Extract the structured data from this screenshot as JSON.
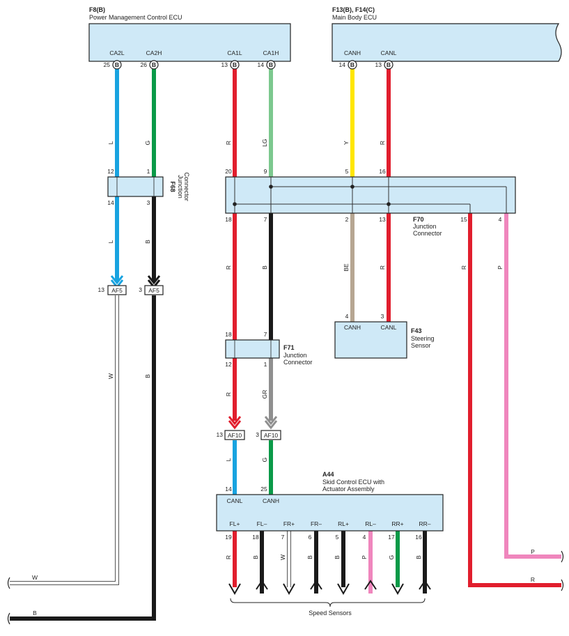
{
  "components": {
    "pm_ecu": {
      "id": "F8(B)",
      "name": "Power Management Control ECU",
      "pins": [
        {
          "num": "25",
          "type": "B",
          "label": "CA2L"
        },
        {
          "num": "26",
          "type": "B",
          "label": "CA2H"
        },
        {
          "num": "13",
          "type": "B",
          "label": "CA1L"
        },
        {
          "num": "14",
          "type": "B",
          "label": "CA1H"
        }
      ]
    },
    "main_body_ecu": {
      "id": "F13(B), F14(C)",
      "name": "Main Body ECU",
      "pins": [
        {
          "num": "14",
          "type": "B",
          "label": "CANH"
        },
        {
          "num": "13",
          "type": "B",
          "label": "CANL"
        }
      ]
    },
    "f68": {
      "id": "F68",
      "name_line1": "Junction",
      "name_line2": "Connector",
      "pins": [
        "12",
        "1",
        "14",
        "3"
      ]
    },
    "f70": {
      "id": "F70",
      "name_line1": "Junction",
      "name_line2": "Connector",
      "pins": [
        "20",
        "9",
        "5",
        "16",
        "18",
        "7",
        "2",
        "13",
        "15",
        "4"
      ]
    },
    "f71": {
      "id": "F71",
      "name_line1": "Junction",
      "name_line2": "Connector",
      "pins": [
        "18",
        "7",
        "12",
        "1"
      ]
    },
    "f43": {
      "id": "F43",
      "name_line1": "Steering",
      "name_line2": "Sensor",
      "pins": [
        {
          "num": "4",
          "label": "CANH"
        },
        {
          "num": "3",
          "label": "CANL"
        }
      ]
    },
    "a44": {
      "id": "A44",
      "name_line1": "Skid Control ECU with",
      "name_line2": "Actuator Assembly",
      "top_pins": [
        {
          "num": "14",
          "label": "CANL"
        },
        {
          "num": "25",
          "label": "CANH"
        }
      ],
      "bottom_pins": [
        {
          "num": "19",
          "label": "FL+",
          "wire": "R"
        },
        {
          "num": "18",
          "label": "FL–",
          "wire": "B"
        },
        {
          "num": "7",
          "label": "FR+",
          "wire": "W"
        },
        {
          "num": "6",
          "label": "FR–",
          "wire": "B"
        },
        {
          "num": "5",
          "label": "RL+",
          "wire": "B"
        },
        {
          "num": "4",
          "label": "RL–",
          "wire": "P"
        },
        {
          "num": "17",
          "label": "RR+",
          "wire": "G"
        },
        {
          "num": "16",
          "label": "RR–",
          "wire": "B"
        }
      ]
    }
  },
  "connectors": {
    "af5_left": {
      "num": "13",
      "name": "AF5"
    },
    "af5_right": {
      "num": "3",
      "name": "AF5"
    },
    "af10_left": {
      "num": "13",
      "name": "AF10"
    },
    "af10_right": {
      "num": "3",
      "name": "AF10"
    }
  },
  "wire_labels": {
    "ca2l_top": "L",
    "ca2h_top": "G",
    "ca1l_top": "R",
    "ca1h_top": "LG",
    "canh_top": "Y",
    "canl_top": "R",
    "f68_left": "L",
    "f68_right": "B",
    "f70_18": "R",
    "f70_7": "B",
    "f70_2": "BE",
    "f70_13": "R",
    "f70_15": "R",
    "f70_4": "P",
    "af5_w": "W",
    "af5_b": "B",
    "f71_12": "R",
    "f71_1": "GR",
    "af10_l": "L",
    "af10_g": "G",
    "out_p": "P",
    "out_r": "R",
    "out_w": "W",
    "out_b": "B"
  },
  "speed_sensors_label": "Speed Sensors",
  "wire_colors": {
    "L": "#18a3e0",
    "G": "#0a9a48",
    "R": "#e11e2d",
    "LG": "#7cc88e",
    "Y": "#ffe600",
    "B": "#1a1a1a",
    "BE": "#b6a692",
    "GR": "#8f8f8f",
    "P": "#ef86bd",
    "W": "#ffffff"
  }
}
